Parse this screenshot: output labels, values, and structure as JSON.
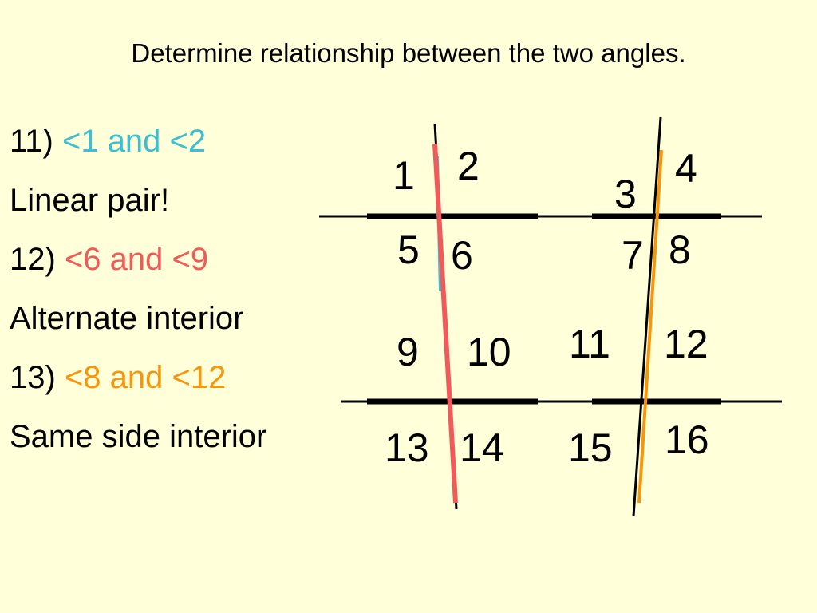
{
  "title": "Determine relationship between the two angles.",
  "colors": {
    "background": "#ffffd9",
    "cyan": "#3bbfd1",
    "red": "#f25a5a",
    "orange": "#f7950c",
    "black": "#000000"
  },
  "questions": [
    {
      "number": "11)",
      "angles": "<1 and <2",
      "color": "#3bbfd1",
      "answer": "Linear pair!"
    },
    {
      "number": "12)",
      "angles": "<6 and <9",
      "color": "#f25a5a",
      "answer": "Alternate interior"
    },
    {
      "number": "13)",
      "angles": "<8 and <12",
      "color": "#f7950c",
      "answer": "Same side interior"
    }
  ],
  "angle_labels": [
    "1",
    "2",
    "3",
    "4",
    "5",
    "6",
    "7",
    "8",
    "9",
    "10",
    "11",
    "12",
    "13",
    "14",
    "15",
    "16"
  ]
}
